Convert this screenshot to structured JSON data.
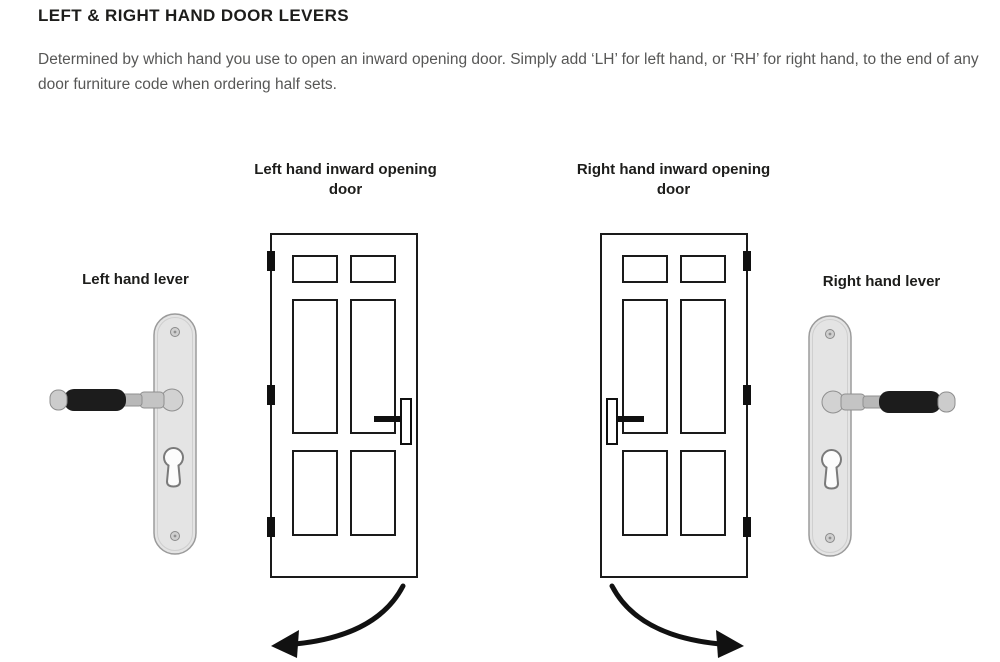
{
  "header": {
    "title": "LEFT & RIGHT HAND DOOR LEVERS",
    "description": "Determined by which hand you use to open an inward opening door. Simply add ‘LH’ for left hand, or ‘RH’ for right hand, to the end of any door furniture code when ordering half sets."
  },
  "diagram": {
    "left_door": {
      "label": "Left hand inward opening door"
    },
    "right_door": {
      "label": "Right hand inward opening door"
    },
    "left_lever": {
      "label": "Left hand lever"
    },
    "right_lever": {
      "label": "Right hand lever"
    },
    "icons": {
      "left_swing_arrow": "curved-arrow-down-left",
      "right_swing_arrow": "curved-arrow-down-right",
      "hinges": "door-hinge",
      "door_handle": "lever-on-backplate"
    }
  },
  "colors": {
    "heading_text": "#1d1d1b",
    "body_text": "#575756",
    "line": "#1a1a1a",
    "plate_fill": "#e4e4e4",
    "grip_fill": "#1c1c1c"
  }
}
